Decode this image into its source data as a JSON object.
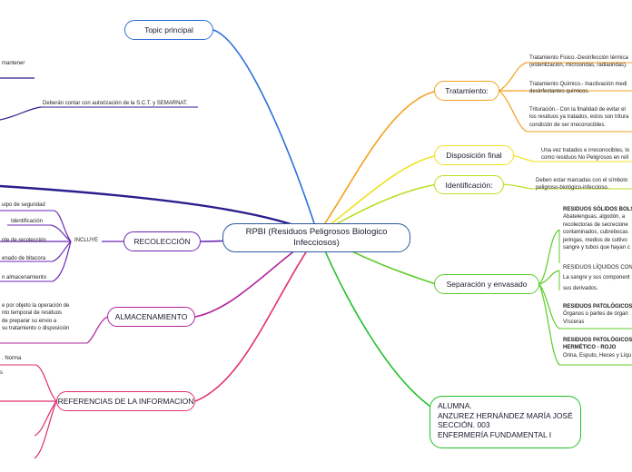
{
  "colors": {
    "central": "#2c5aa0",
    "topic": "#2f6fdc",
    "tratamiento": "#f4a020",
    "disposicion": "#f0e020",
    "identificacion": "#b6e020",
    "separacion": "#5ccc28",
    "alumna": "#22c02a",
    "left_navy": "#2a1e8c",
    "recoleccion": "#6a28b4",
    "almacenamiento": "#b0249c",
    "referencias": "#e0306e"
  },
  "central": {
    "title": "RPBI (Residuos Peligrosos Biologico Infecciosos)"
  },
  "right": {
    "topic": "Topic principal",
    "tratamiento": {
      "label": "Tratamiento:",
      "items": [
        [
          "Tratamiento Físico.-Desinfección térmica",
          "(esterilización, microondas, radiaondas)."
        ],
        [
          "Tratamiento Químico.- Inactivación medi",
          "desinfectantes químicos."
        ],
        [
          "Trituración.- Con la finalidad de evitar el",
          "los residuos ya tratados, estos son tritura",
          "condición de ser irreconocibles."
        ]
      ]
    },
    "disposicion": {
      "label": "Disposición final",
      "text": [
        "Una vez tratados e irreconocibles, lo",
        "como residuos No Peligrosos en rell"
      ]
    },
    "identificacion": {
      "label": "Identificación:",
      "text": [
        "Deben estar marcadas con el símbolo",
        "peligroso-biológico-infeccioso."
      ]
    },
    "separacion": {
      "label": "Separación y envasado",
      "items": [
        {
          "title": "RESIDUOS SÓLIDOS BOLSA",
          "lines": [
            "Abatelenguas, algodón, a",
            "recolectoras de secrecione",
            "contaminados, cubrebocas",
            "jeringas,  medios de cultivo",
            "sangre y tubos que hayan c"
          ]
        },
        {
          "title": "",
          "lines": [
            "RESIDUOS LÍQUIDOS CONT",
            "La sangre y sus component",
            "sus derivados."
          ]
        },
        {
          "title": "RESIDUOS PATOLÓGICOS",
          "lines": [
            "Órganos o partes de órgan",
            "Vísceras"
          ]
        },
        {
          "title": "RESIDUOS PATOLÓGICOS",
          "lines": [
            "HERMÉTICO - ROJO",
            "Orina, Esputo, Heces y Líqu"
          ]
        }
      ]
    },
    "alumna": {
      "lines": [
        "ALUMNA.",
        "ANZUREZ HERNÁNDEZ MARÍA JOSÉ",
        "SECCIÓN. 003",
        "ENFERMERÍA FUNDAMENTAL I"
      ]
    }
  },
  "left": {
    "navy_texts": [
      "mantener",
      "Deberán contar con autorización de la S.C.T. y SEMARNAT."
    ],
    "recoleccion": {
      "label": "RECOLECCIÓN",
      "connector": "INCLUYE",
      "items": [
        "uipo de seguridad",
        "Identificación",
        "nte de recolección",
        "enado de bitacora",
        "n almacenamiento"
      ]
    },
    "almacenamiento": {
      "label": "ALMACENAMIENTO",
      "text": [
        "e por objeto la operación de",
        "nto temporal de residuos",
        "de preparar su envio a",
        "su tratamiento o disposición"
      ]
    },
    "referencias": {
      "label": "REFERENCIAS DE LA INFORMACION",
      "texts": [
        ". Norma",
        "s"
      ]
    }
  }
}
